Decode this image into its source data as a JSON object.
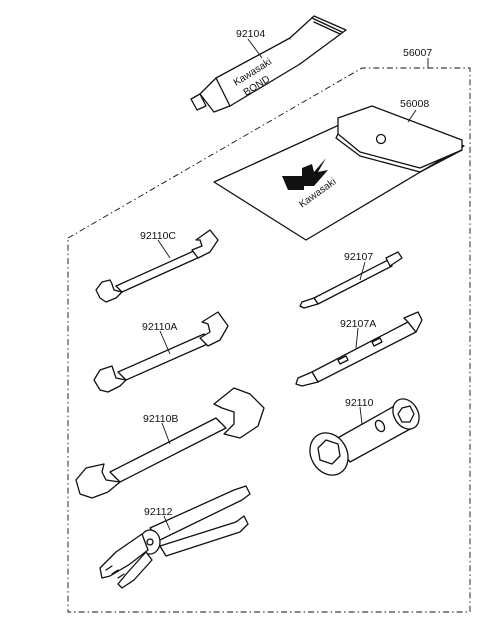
{
  "parts": {
    "bond_tube": "92104",
    "kit_assembly": "56007",
    "tool_bag": "56008",
    "wrench_small": "92110C",
    "wrench_medium": "92110A",
    "wrench_large": "92110B",
    "screwdriver_bit": "92107",
    "screwdriver_handle": "92107A",
    "box_wrench": "92110",
    "pliers": "92112"
  },
  "branding": {
    "tube_text_line1": "Kawasaki",
    "tube_text_line2": "BOND",
    "bag_text": "Kawasaki"
  }
}
